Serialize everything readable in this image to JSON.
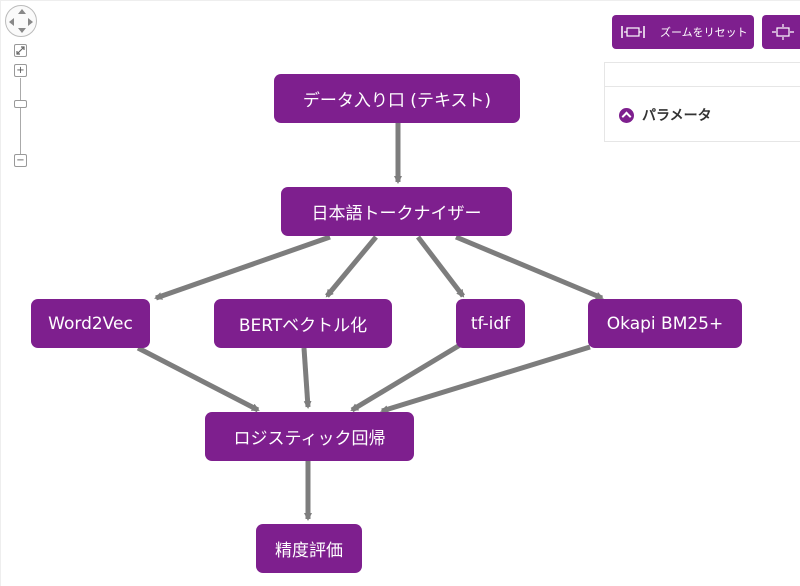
{
  "toolbar": {
    "reset_zoom_label": "ズームをリセット"
  },
  "panel": {
    "parameters_title": "パラメータ"
  },
  "nav": {
    "zoom_in": "+",
    "zoom_out": "−"
  },
  "diagram": {
    "nodes": {
      "input": "データ入り口 (テキスト)",
      "tokenizer": "日本語トークナイザー",
      "word2vec": "Word2Vec",
      "bert": "BERTベクトル化",
      "tfidf": "tf-idf",
      "bm25": "Okapi BM25+",
      "logreg": "ロジスティック回帰",
      "eval": "精度評価"
    },
    "edges": [
      [
        "input",
        "tokenizer"
      ],
      [
        "tokenizer",
        "word2vec"
      ],
      [
        "tokenizer",
        "bert"
      ],
      [
        "tokenizer",
        "tfidf"
      ],
      [
        "tokenizer",
        "bm25"
      ],
      [
        "word2vec",
        "logreg"
      ],
      [
        "bert",
        "logreg"
      ],
      [
        "tfidf",
        "logreg"
      ],
      [
        "bm25",
        "logreg"
      ],
      [
        "logreg",
        "eval"
      ]
    ]
  },
  "colors": {
    "node": "#7e1f8e",
    "edge": "#7d7d7d"
  }
}
